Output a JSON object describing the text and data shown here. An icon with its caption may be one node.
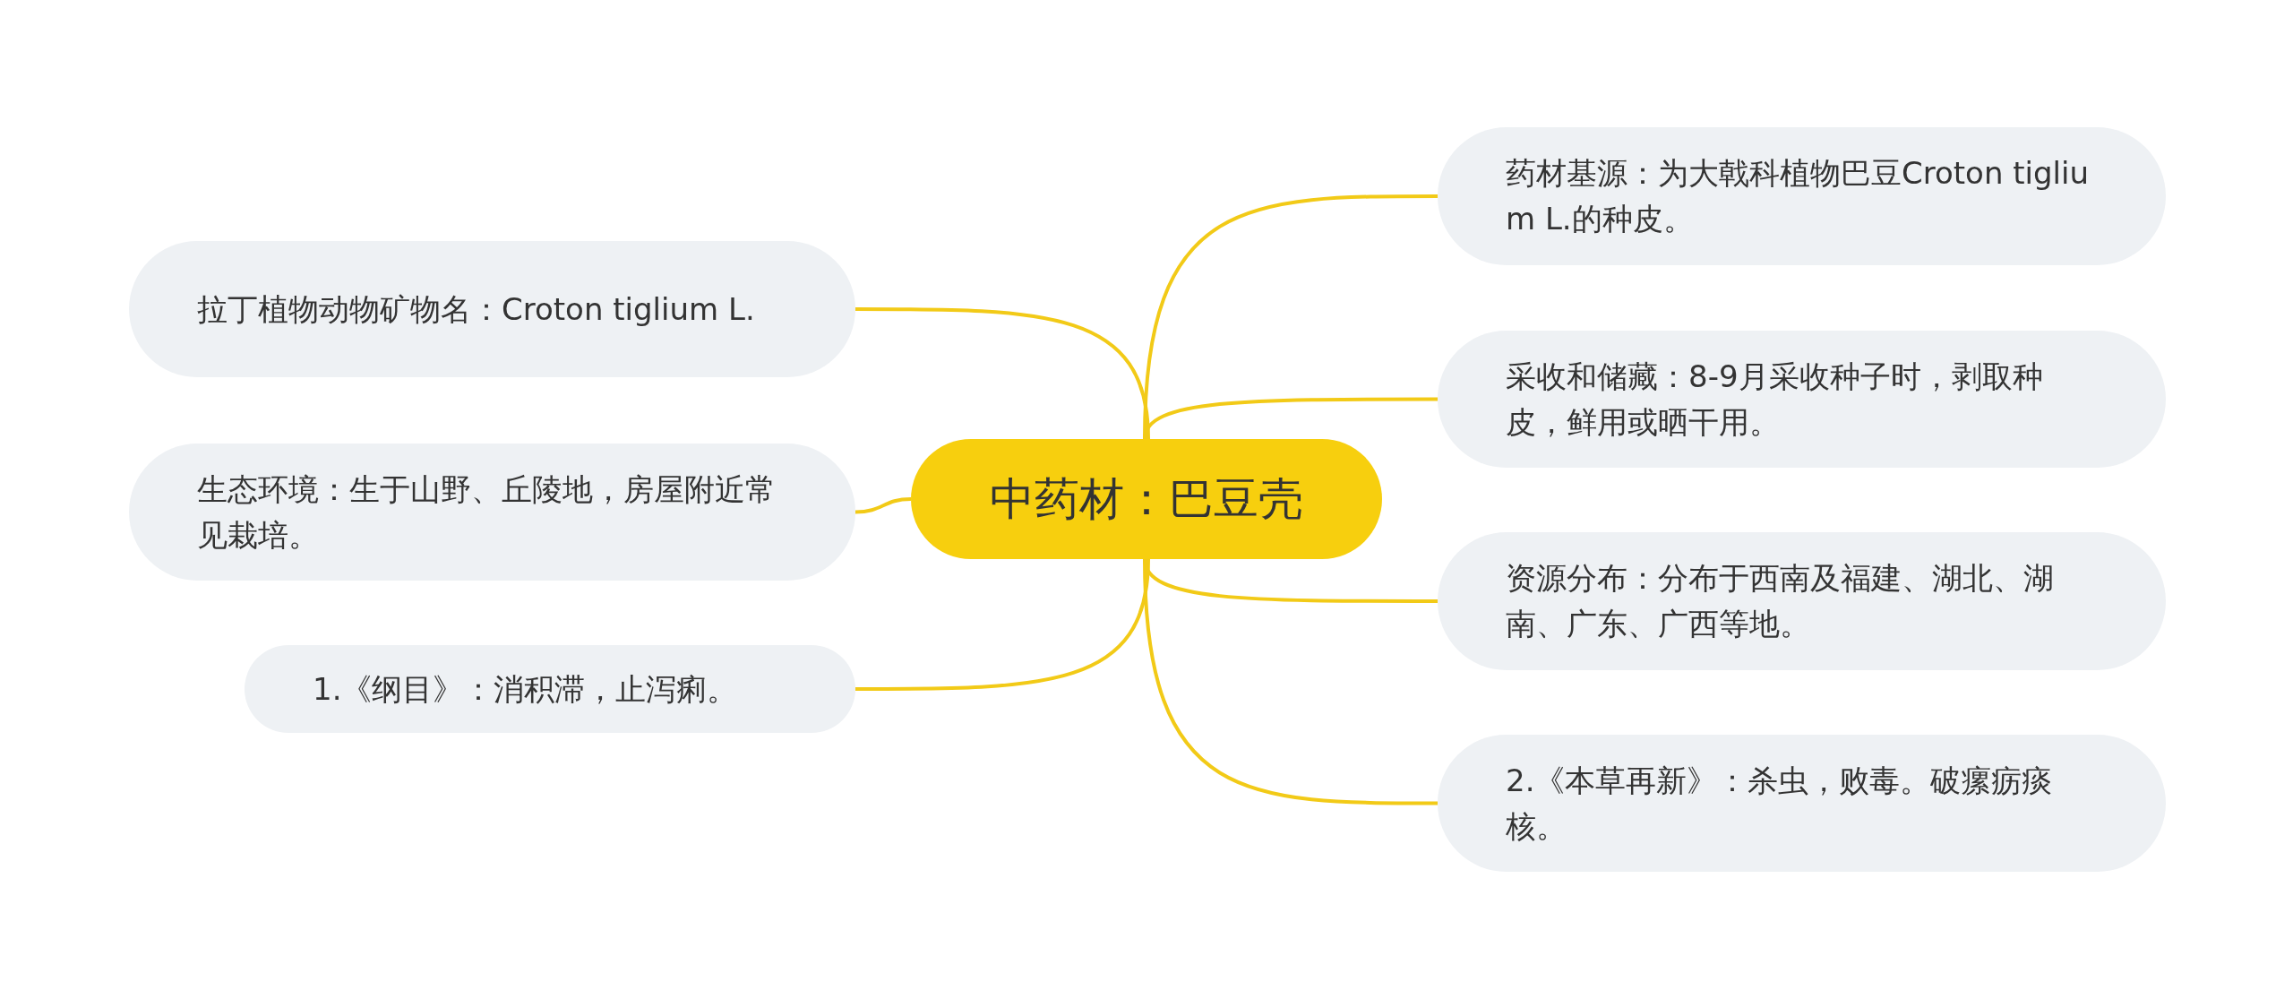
{
  "diagram": {
    "nodes": [
      {
        "text": [
          "中药材：巴豆壳"
        ]
      },
      {
        "text": [
          "拉丁植物动物矿物名：Croton tiglium L."
        ]
      },
      {
        "text": [
          "生态环境：生于山野、丘陵地，房屋附近常见栽培。"
        ]
      },
      {
        "text": [
          "1.《纲目》：消积滞，止泻痢。"
        ]
      },
      {
        "text": [
          "药材基源：为大戟科植物巴豆Croton tiglium L.的种皮。"
        ]
      },
      {
        "text": [
          "采收和储藏：8-9月采收种子时，剥取种皮，鲜用或晒干用。"
        ]
      },
      {
        "text": [
          "资源分布：分布于西南及福建、湖北、湖南、广东、广西等地。"
        ]
      },
      {
        "text": [
          "2.《本草再新》：杀虫，败毒。破瘰疬痰核。"
        ]
      }
    ],
    "edges": [
      {
        "from": 0,
        "to": 1,
        "arrow": "none"
      },
      {
        "from": 0,
        "to": 2,
        "arrow": "none"
      },
      {
        "from": 0,
        "to": 3,
        "arrow": "none"
      },
      {
        "from": 0,
        "to": 4,
        "arrow": "none"
      },
      {
        "from": 0,
        "to": 5,
        "arrow": "none"
      },
      {
        "from": 0,
        "to": 6,
        "arrow": "none"
      },
      {
        "from": 0,
        "to": 7,
        "arrow": "none"
      }
    ]
  }
}
